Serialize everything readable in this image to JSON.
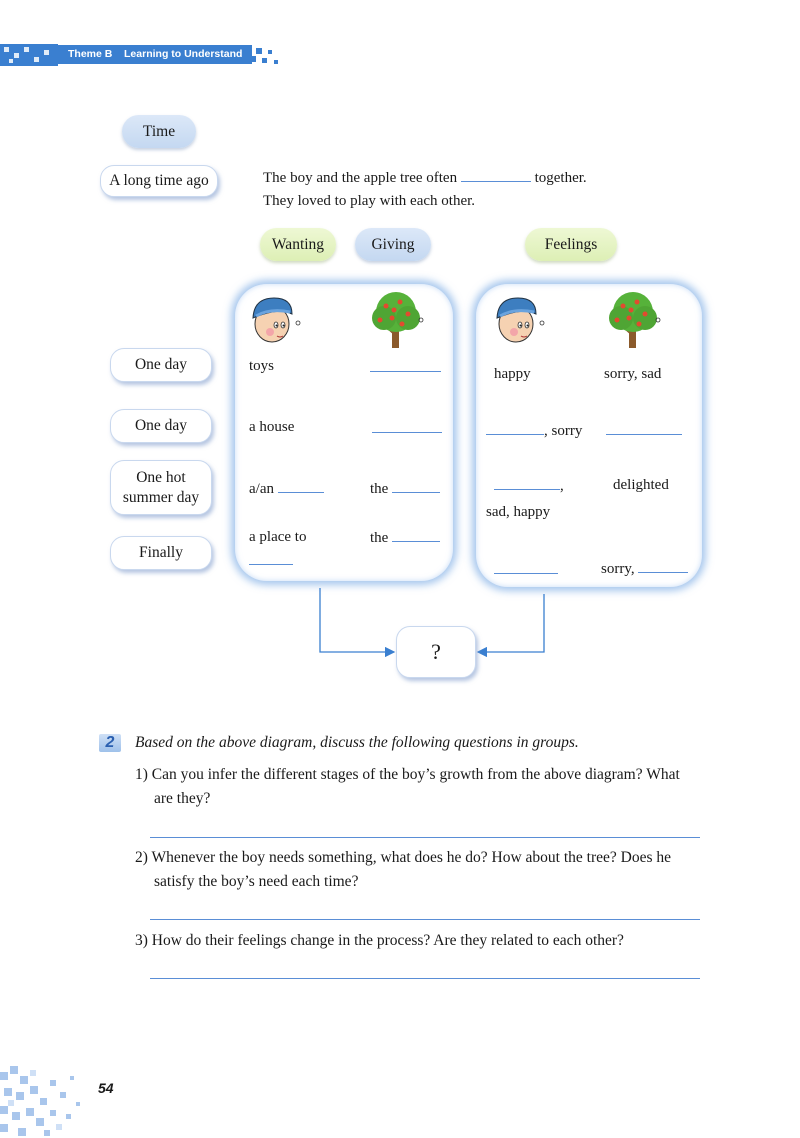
{
  "header": {
    "theme": "Theme B",
    "title": "Learning to Understand"
  },
  "diagram": {
    "time_label": "Time",
    "first_stage": "A long time ago",
    "intro_line1_before": "The boy and the apple tree often",
    "intro_line1_after": "together.",
    "intro_line2": "They loved to play with each other.",
    "headers": {
      "wanting": "Wanting",
      "giving": "Giving",
      "feelings": "Feelings"
    },
    "stages": [
      "One day",
      "One day",
      "One hot summer day",
      "Finally"
    ],
    "wanting_rows": [
      "toys",
      "a house",
      "a/an",
      "a place to"
    ],
    "giving_row3_prefix": "the",
    "giving_row4_prefix": "the",
    "feelings": {
      "row1_boy": "happy",
      "row1_tree": "sorry, sad",
      "row2_boy_suffix": ", sorry",
      "row3_boy_suffix": ",",
      "row3_tree": "delighted",
      "row3_extra": "sad, happy",
      "row4_tree_prefix": "sorry,"
    },
    "question_mark": "?",
    "icons": [
      "boy-icon",
      "apple-tree-icon"
    ]
  },
  "exercise": {
    "number": "2",
    "instruction": "Based on the above diagram, discuss the following questions in groups.",
    "questions": [
      {
        "line1": "1) Can you infer the different stages of the boy’s growth from the above diagram? What",
        "line2": "are they?"
      },
      {
        "line1": "2) Whenever the boy needs something, what does he do? How about the tree? Does he",
        "line2": "satisfy the boy’s need each time?"
      },
      {
        "line1": "3) How do their feelings change in the process? Are they related to each other?",
        "line2": ""
      }
    ]
  },
  "page_number": "54",
  "colors": {
    "accent": "#3a7fd0",
    "line": "#5a8ed6",
    "pill_blue": "#c4d8f1",
    "pill_green": "#ddefb5"
  }
}
